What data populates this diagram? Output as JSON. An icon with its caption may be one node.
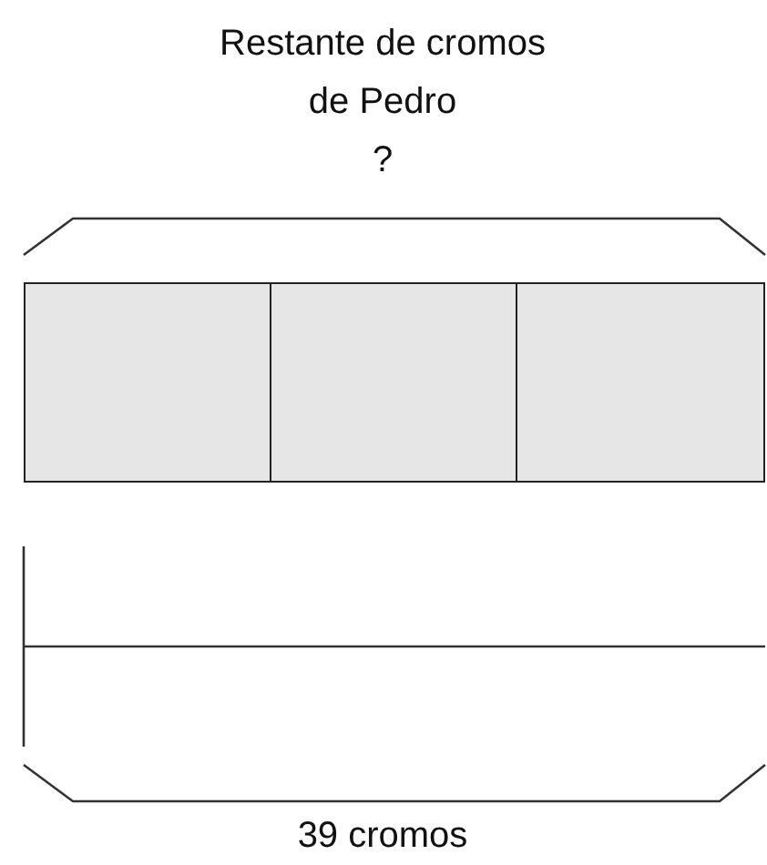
{
  "diagram": {
    "nodes": [
      {
        "text": [],
        "shape": "box"
      },
      {
        "text": [],
        "shape": "box"
      },
      {
        "text": [],
        "shape": "box"
      }
    ],
    "labels": [
      "Restante de cromos de Pedro",
      "?",
      "39 cromos"
    ]
  }
}
